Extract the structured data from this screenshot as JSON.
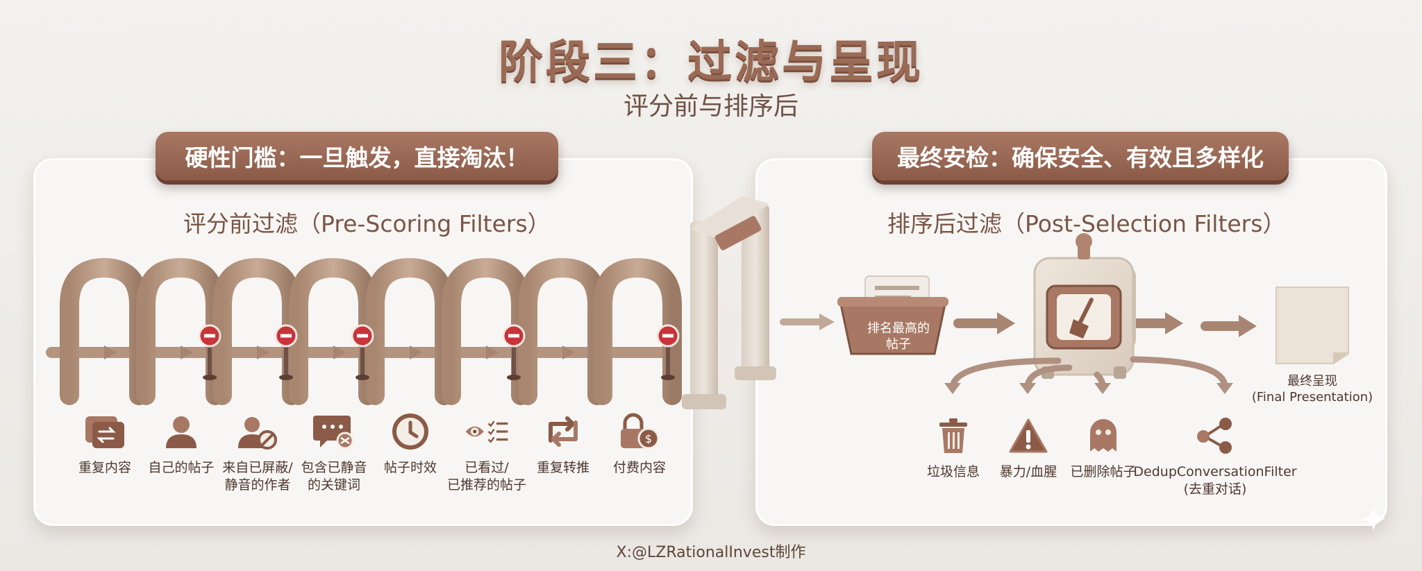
{
  "title": "阶段三：过滤与呈现",
  "subtitle": "评分前与排序后",
  "left_panel": {
    "badge": "硬性门槛：一旦触发，直接淘汰！",
    "heading": "评分前过滤（Pre-Scoring Filters）",
    "filters": [
      {
        "icon": "duplicate-content-icon",
        "label": "重复内容"
      },
      {
        "icon": "user-icon",
        "label": "自己的帖子"
      },
      {
        "icon": "blocked-user-icon",
        "label": "来自已屏蔽/\n静音的作者"
      },
      {
        "icon": "muted-keyword-icon",
        "label": "包含已静音\n的关键词"
      },
      {
        "icon": "clock-icon",
        "label": "帖子时效"
      },
      {
        "icon": "seen-list-icon",
        "label": "已看过/\n已推荐的帖子"
      },
      {
        "icon": "retweet-icon",
        "label": "重复转推"
      },
      {
        "icon": "paid-lock-icon",
        "label": "付费内容"
      }
    ]
  },
  "right_panel": {
    "badge": "最终安检：确保安全、有效且多样化",
    "heading": "排序后过滤（Post-Selection Filters）",
    "basket_label": "排名最高的\n帖子",
    "final_label": "最终呈现\n(Final Presentation)",
    "filters": [
      {
        "icon": "trash-icon",
        "label": "垃圾信息"
      },
      {
        "icon": "warning-icon",
        "label": "暴力/血腥"
      },
      {
        "icon": "ghost-icon",
        "label": "已删除帖子"
      },
      {
        "icon": "share-branch-icon",
        "label": "DedupConversationFilter\n(去重对话)"
      }
    ]
  },
  "footer": "X:@LZRationalInvest制作",
  "colors": {
    "accent": "#8b5b48",
    "clay": "#b89a86",
    "clay_dark": "#8f705e",
    "stop_red": "#c8343a",
    "background": "#efedea"
  }
}
